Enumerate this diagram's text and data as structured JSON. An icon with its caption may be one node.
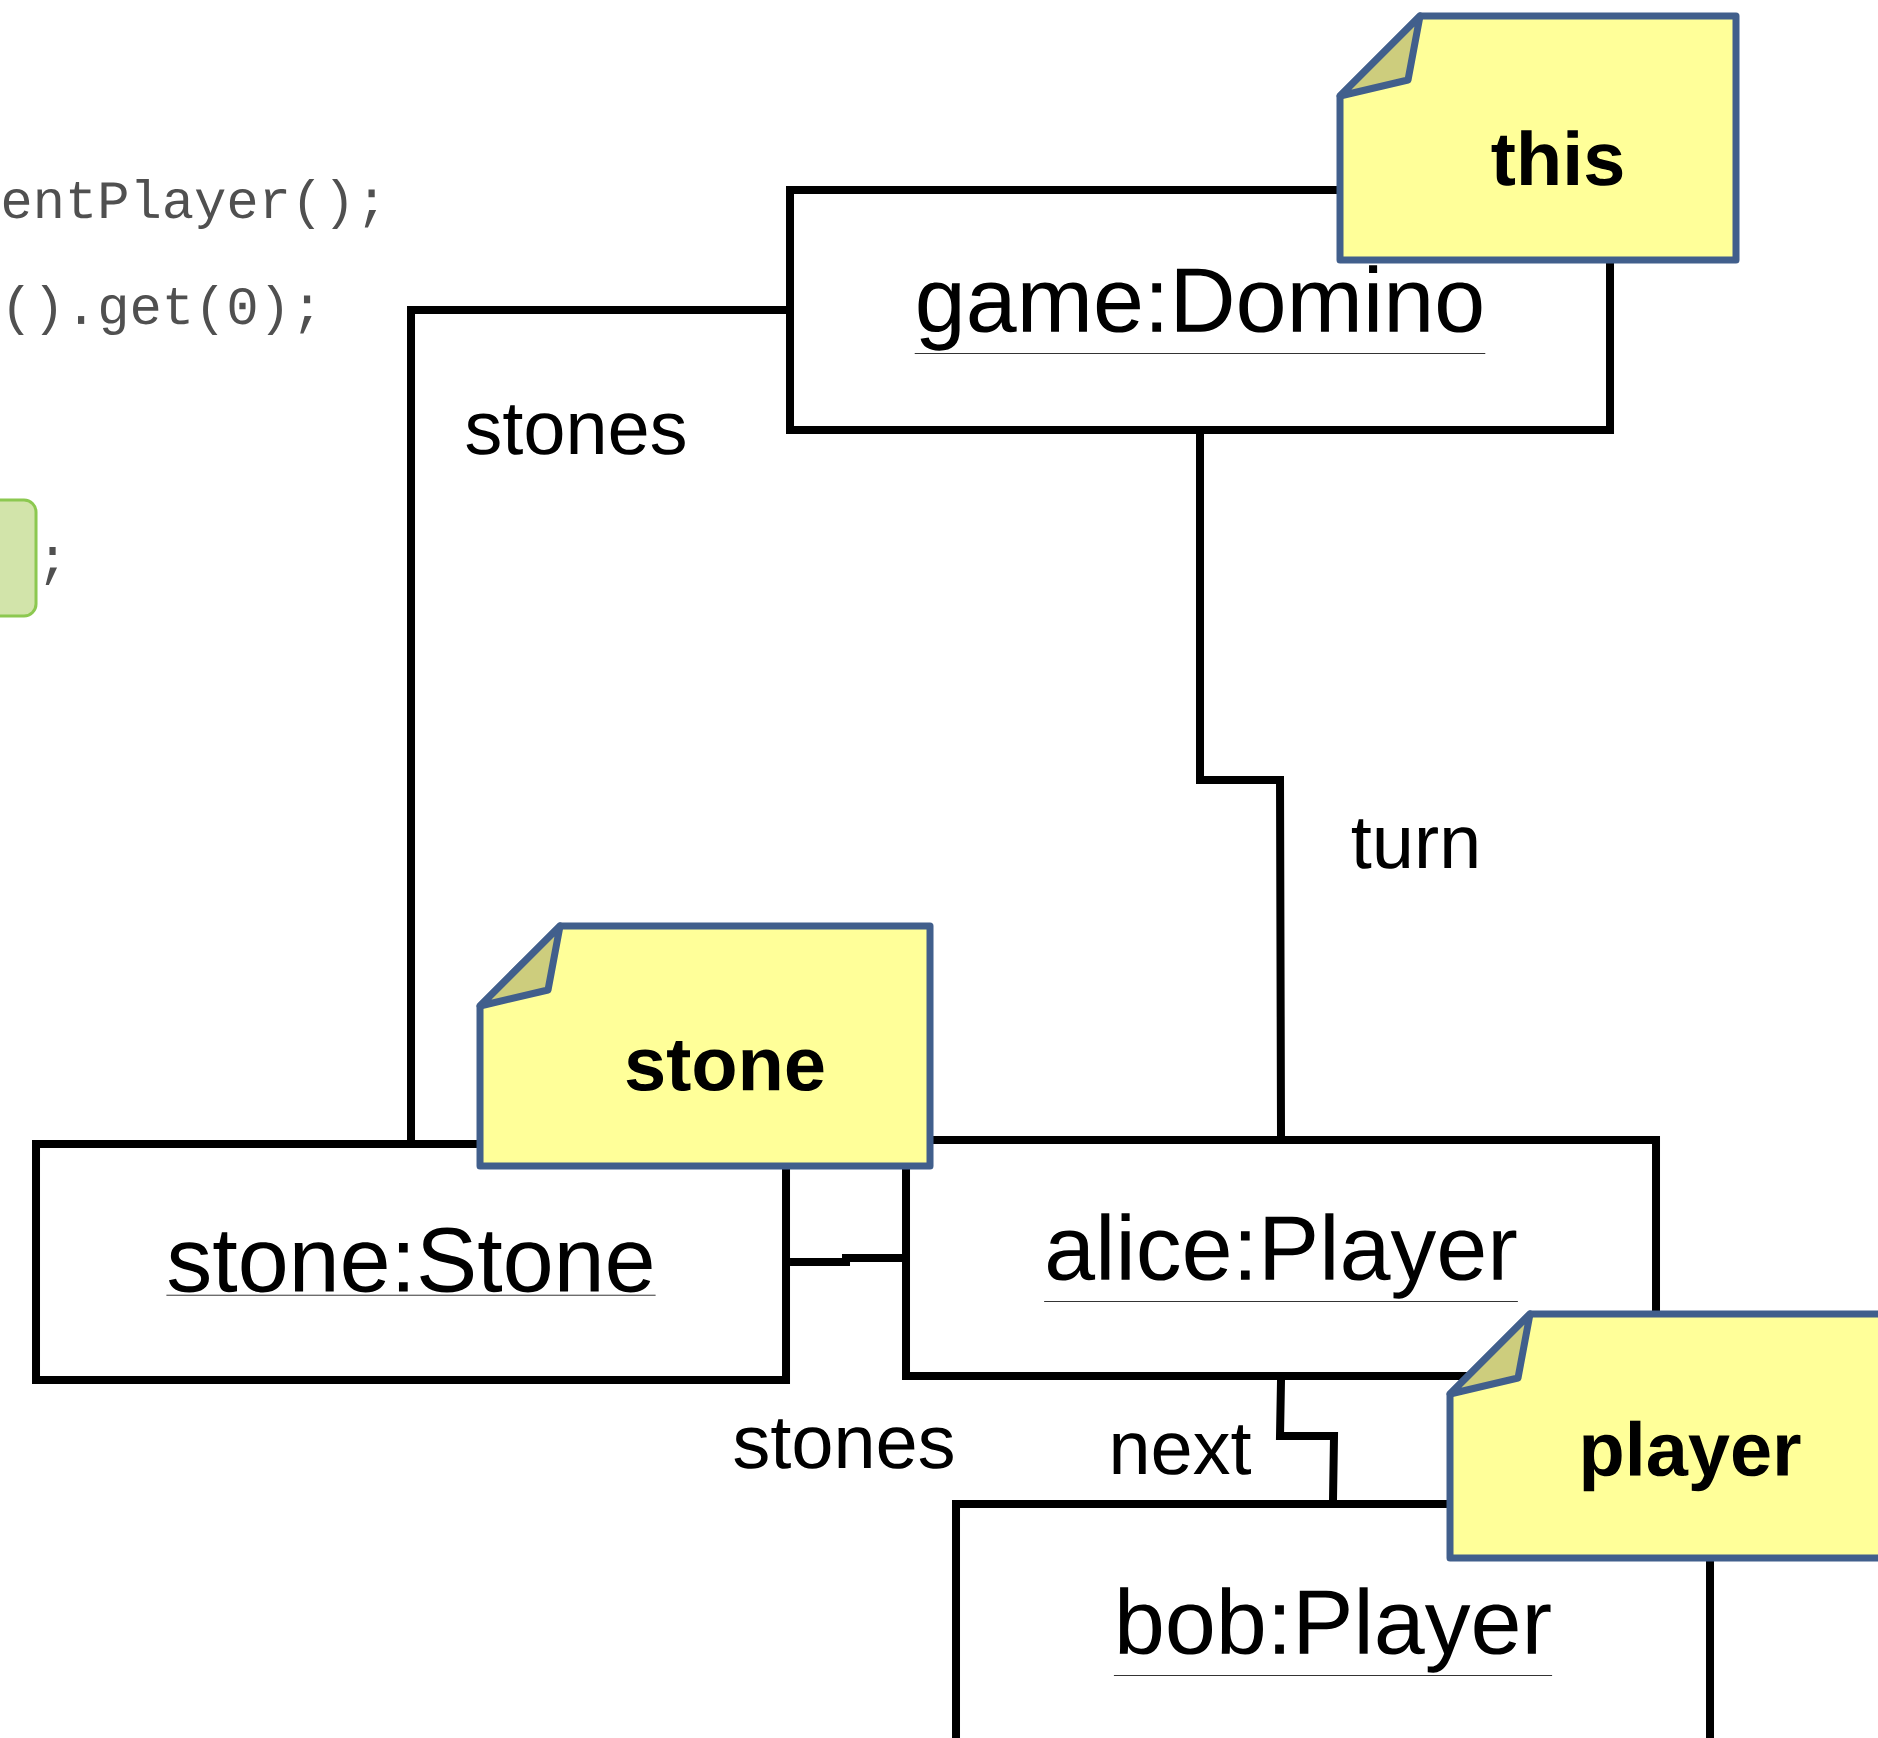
{
  "diagram": {
    "nodes": [
      {
        "text": [
          "game:Domino"
        ]
      },
      {
        "text": [
          "stone:Stone"
        ]
      },
      {
        "text": [
          "alice:Player"
        ]
      },
      {
        "text": [
          "bob:Player"
        ]
      },
      {
        "text": [
          "this"
        ]
      },
      {
        "text": [
          "stone"
        ]
      },
      {
        "text": [
          "player"
        ]
      }
    ],
    "edges": [
      {
        "from": 0,
        "to": 1,
        "arrow": "none",
        "label": "stones"
      },
      {
        "from": 0,
        "to": 2,
        "arrow": "none",
        "label": "turn"
      },
      {
        "from": 1,
        "to": 2,
        "arrow": "none",
        "label": "stones"
      },
      {
        "from": 2,
        "to": 3,
        "arrow": "none",
        "label": "next"
      }
    ],
    "labels": [
      "entPlayer();",
      "().get(0);",
      ";"
    ]
  }
}
